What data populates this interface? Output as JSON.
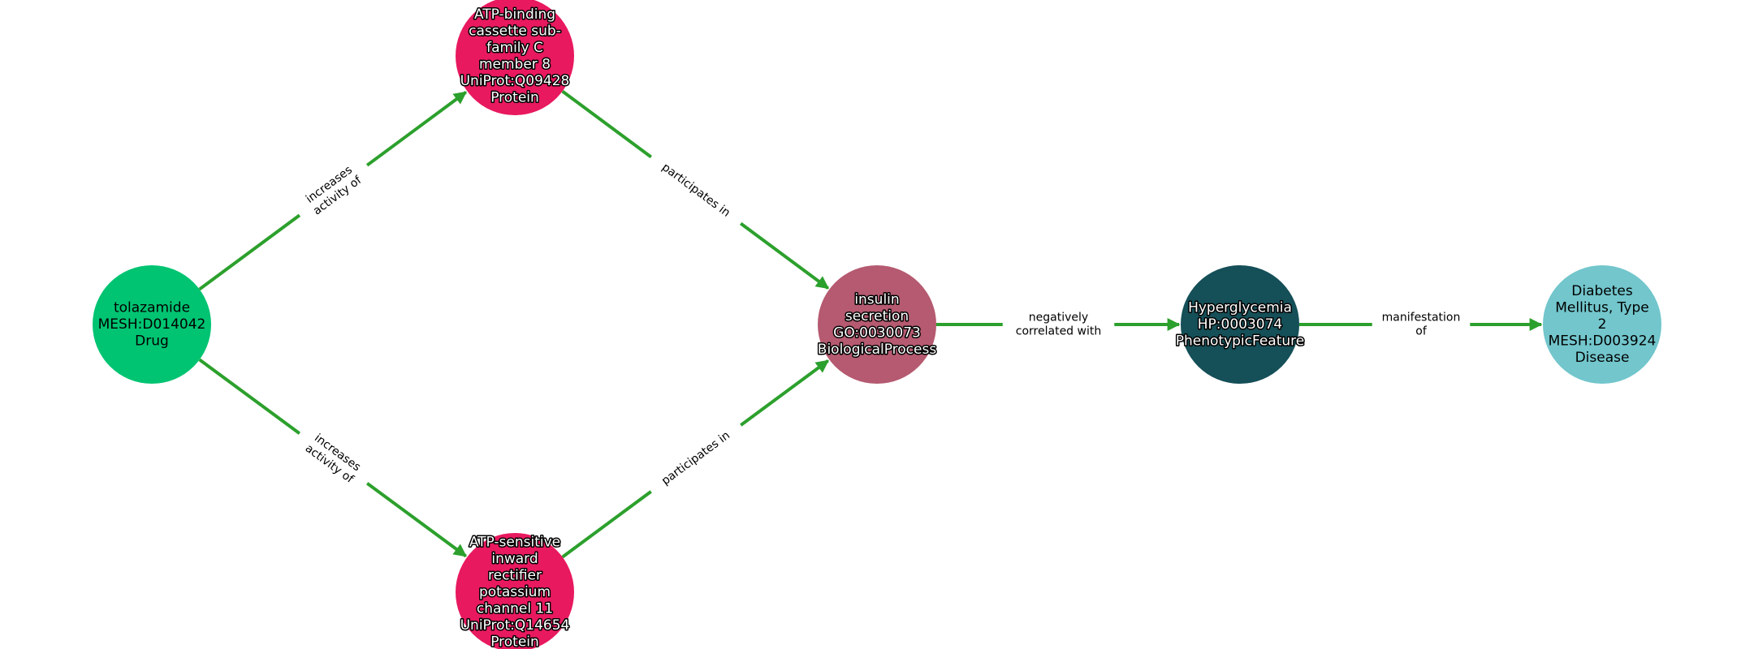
{
  "colors": {
    "edge": "#2ca02c",
    "label_bg": "#ffffff"
  },
  "nodes": [
    {
      "id": "tolazamide",
      "lines": [
        "tolazamide",
        "MESH:D014042",
        "Drug"
      ],
      "color": "#00c472",
      "text_style": "plain"
    },
    {
      "id": "abcc8",
      "lines": [
        "ATP-binding",
        "cassette sub-",
        "family C",
        "member 8",
        "UniProt:Q09428",
        "Protein"
      ],
      "color": "#e8195f",
      "text_style": "outlined"
    },
    {
      "id": "kcnj11",
      "lines": [
        "ATP-sensitive",
        "inward",
        "rectifier",
        "potassium",
        "channel 11",
        "UniProt:Q14654",
        "Protein"
      ],
      "color": "#e8195f",
      "text_style": "outlined"
    },
    {
      "id": "insulin",
      "lines": [
        "insulin",
        "secretion",
        "GO:0030073",
        "BiologicalProcess"
      ],
      "color": "#b55a70",
      "text_style": "outlined"
    },
    {
      "id": "hyperglycemia",
      "lines": [
        "Hyperglycemia",
        "HP:0003074",
        "PhenotypicFeature"
      ],
      "color": "#154f58",
      "text_style": "outlined"
    },
    {
      "id": "diabetes",
      "lines": [
        "Diabetes",
        "Mellitus, Type",
        "2",
        "MESH:D003924",
        "Disease"
      ],
      "color": "#72c6cc",
      "text_style": "plain"
    }
  ],
  "edges": [
    {
      "source": "tolazamide",
      "target": "abcc8",
      "label": [
        "increases",
        "activity of"
      ]
    },
    {
      "source": "tolazamide",
      "target": "kcnj11",
      "label": [
        "increases",
        "activity of"
      ]
    },
    {
      "source": "abcc8",
      "target": "insulin",
      "label": [
        "participates in"
      ]
    },
    {
      "source": "kcnj11",
      "target": "insulin",
      "label": [
        "participates in"
      ]
    },
    {
      "source": "insulin",
      "target": "hyperglycemia",
      "label": [
        "negatively",
        "correlated with"
      ]
    },
    {
      "source": "hyperglycemia",
      "target": "diabetes",
      "label": [
        "manifestation",
        "of"
      ]
    }
  ]
}
